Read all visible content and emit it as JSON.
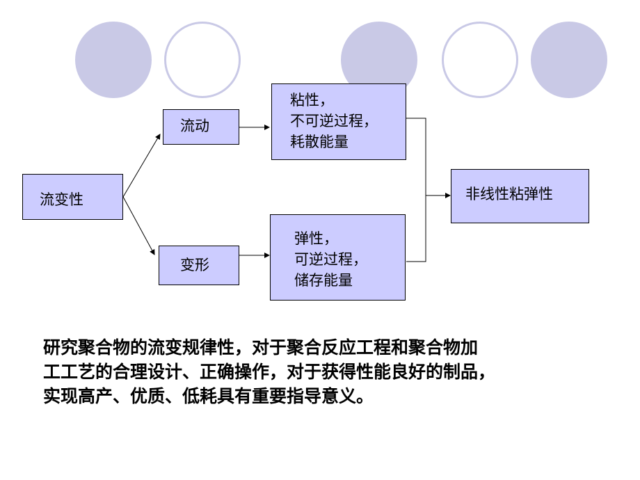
{
  "colors": {
    "box_fill": "#ccccff",
    "circle": "#c9c9e6",
    "line": "#000000"
  },
  "nodes": {
    "rheology": "流变性",
    "flow": "流动",
    "deformation": "变形",
    "viscous": [
      "粘性，",
      "不可逆过程，",
      "耗散能量"
    ],
    "elastic": [
      "弹性，",
      "可逆过程，",
      "储存能量"
    ],
    "viscoelastic": "非线性粘弹性"
  },
  "paragraph": [
    "研究聚合物的流变规律性，对于聚合反应工程和聚合物加",
    "工工艺的合理设计、正确操作，对于获得性能良好的制品，",
    "实现高产、优质、低耗具有重要指导意义。"
  ]
}
